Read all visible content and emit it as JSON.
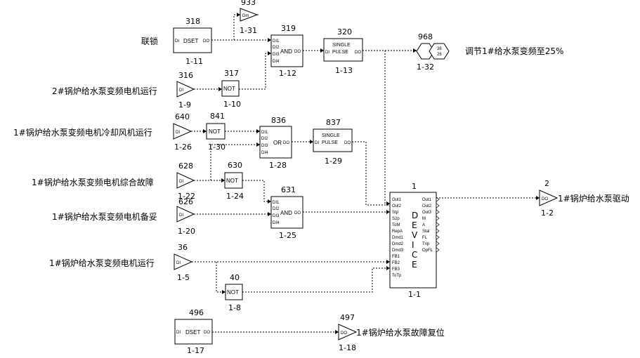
{
  "signals": {
    "interlock": "联锁",
    "pump2_motor_running": "2#锅炉给水泵变频电机运行",
    "pump1_cooling_fan_running": "1#锅炉给水泵变频电机冷却风机运行",
    "pump1_motor_general_fault": "1#锅炉给水泵变频电机综合故障",
    "pump1_motor_standby": "1#锅炉给水泵变频电机备妥",
    "pump1_motor_running": "1#锅炉给水泵变频电机运行",
    "adjust_freq": "调节1#给水泵变频至25%",
    "pump1_drive": "1#锅炉给水泵驱动",
    "pump1_fault_reset": "1#锅炉给水泵故障复位"
  },
  "blocks": {
    "b318": {
      "id": "318",
      "ref": "1-11",
      "name": "DSET",
      "in": "DI",
      "out": "DO"
    },
    "b933": {
      "id": "933",
      "ref": "1-31",
      "name": "Dm"
    },
    "b319": {
      "id": "319",
      "ref": "1-12",
      "name": "AND",
      "out": "DO",
      "inputs": [
        "DI1",
        "DI2",
        "DI3",
        "DI4"
      ]
    },
    "b320": {
      "id": "320",
      "ref": "1-13",
      "name1": "SINGLE",
      "name2": "PULSE",
      "in": "DI",
      "out": "DO"
    },
    "b968": {
      "id": "968",
      "ref": "1-32",
      "v1": "36",
      "v2": "26"
    },
    "b316": {
      "id": "316",
      "ref": "1-9",
      "name": "DI"
    },
    "b317": {
      "id": "317",
      "ref": "1-10",
      "name": "NOT"
    },
    "b640": {
      "id": "640",
      "ref": "1-26",
      "name": "DI"
    },
    "b841": {
      "id": "841",
      "ref": "1-30",
      "name": "NOT"
    },
    "b836": {
      "id": "836",
      "ref": "1-28",
      "name": "OR",
      "out": "DO",
      "inputs": [
        "DI1",
        "DI2",
        "DI3",
        "DI4"
      ]
    },
    "b837": {
      "id": "837",
      "ref": "1-29",
      "name1": "SINGLE",
      "name2": "PULSE",
      "in": "DI",
      "out": "DO"
    },
    "b628": {
      "id": "628",
      "ref": "1-22",
      "name": "DI"
    },
    "b630": {
      "id": "630",
      "ref": "1-24",
      "name": "NOT"
    },
    "b631": {
      "id": "631",
      "ref": "1-25",
      "name": "AND",
      "out": "DO",
      "inputs": [
        "DI1",
        "DI2",
        "DI3",
        "DI4"
      ]
    },
    "b626": {
      "id": "626",
      "ref": "1-20",
      "name": "DI"
    },
    "b36": {
      "id": "36",
      "ref": "1-5",
      "name": "DI"
    },
    "b40": {
      "id": "40",
      "ref": "1-8",
      "name": "NOT"
    },
    "b496": {
      "id": "496",
      "ref": "1-17",
      "name": "DSET",
      "in": "DI",
      "out": "DO"
    },
    "b497": {
      "id": "497",
      "ref": "1-18",
      "name": "DO"
    },
    "b2": {
      "id": "2",
      "ref": "1-2",
      "name": "DO"
    },
    "dev": {
      "id": "1",
      "ref": "1-1",
      "title": "DEVICE",
      "inputs": [
        "Out1",
        "Out2",
        "Stp",
        "S2p",
        "ToM",
        "RepA",
        "Dmd1",
        "Dmd2",
        "Dmd3",
        "FB1",
        "FB2",
        "FB3",
        "ToTp"
      ],
      "outputs": [
        "Out1",
        "Out2",
        "Out3",
        "M",
        "A",
        "Stal",
        "FL",
        "Trip",
        "OpFL"
      ]
    }
  }
}
